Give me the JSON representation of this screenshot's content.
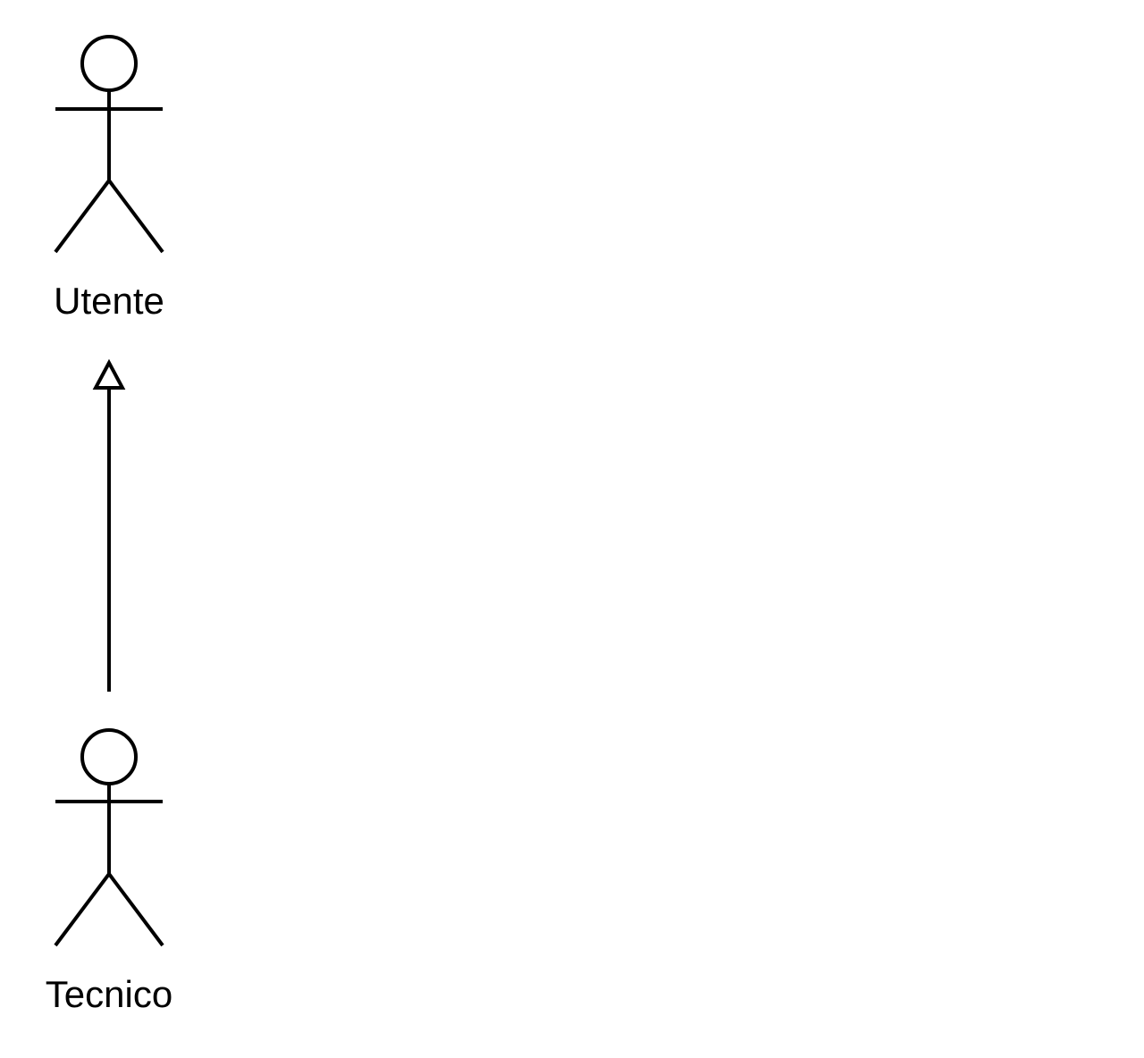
{
  "diagram": {
    "type": "uml-use-case",
    "actors": [
      {
        "id": "utente",
        "label": "Utente",
        "icon": "stick-figure-actor"
      },
      {
        "id": "tecnico",
        "label": "Tecnico",
        "icon": "stick-figure-actor"
      }
    ],
    "relations": [
      {
        "type": "generalization",
        "from": "tecnico",
        "to": "utente",
        "arrowhead": "hollow-triangle"
      }
    ],
    "colors": {
      "stroke": "#000000",
      "background": "#ffffff"
    }
  }
}
